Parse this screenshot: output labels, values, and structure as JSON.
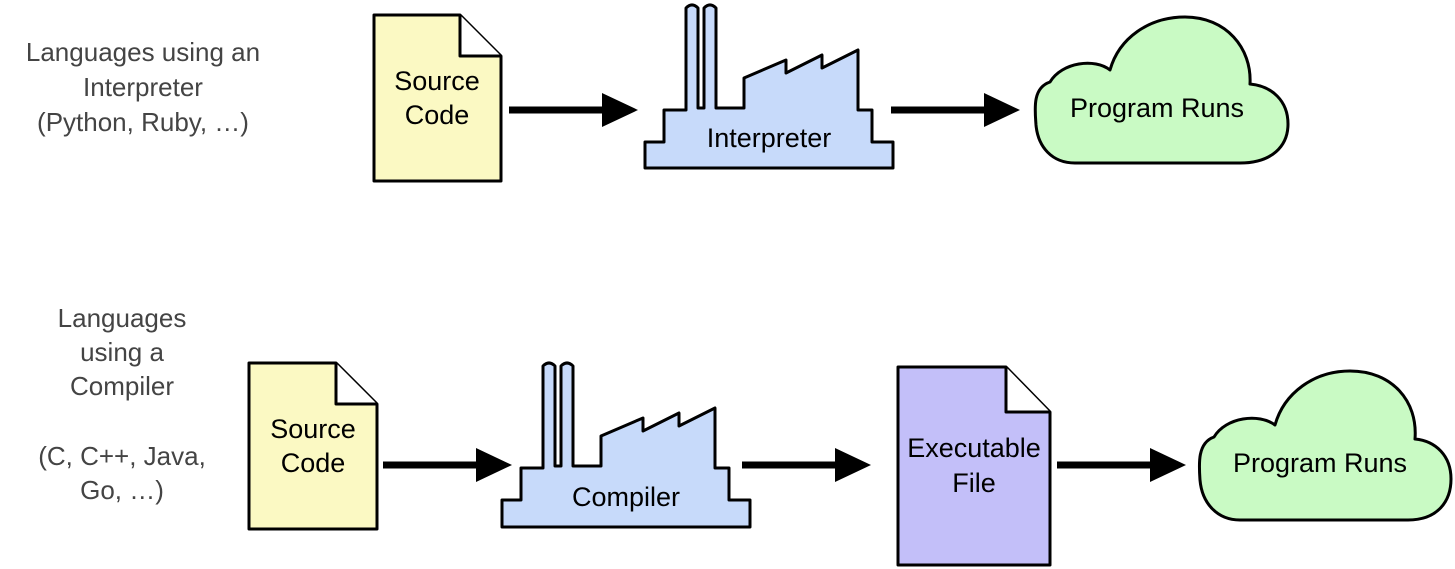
{
  "rows": {
    "interpreter": {
      "caption": [
        "Languages using an",
        "Interpreter",
        "(Python, Ruby, …)"
      ],
      "source": [
        "Source",
        "Code"
      ],
      "tool": "Interpreter",
      "result": "Program Runs"
    },
    "compiler": {
      "caption": [
        "Languages",
        "using a",
        "Compiler",
        "",
        "(C, C++, Java,",
        "Go, …)"
      ],
      "source": [
        "Source",
        "Code"
      ],
      "tool": "Compiler",
      "executable": [
        "Executable",
        "File"
      ],
      "result": "Program Runs"
    }
  },
  "colors": {
    "source_fill": "#fbf9c3",
    "tool_fill": "#c7dafa",
    "executable_fill": "#c3bff9",
    "result_fill": "#c9fac4",
    "caption_text": "#444444"
  },
  "icons": {
    "source": "document-icon",
    "tool": "factory-icon",
    "executable": "document-icon",
    "result": "cloud-icon",
    "connector": "arrow-right-icon"
  }
}
